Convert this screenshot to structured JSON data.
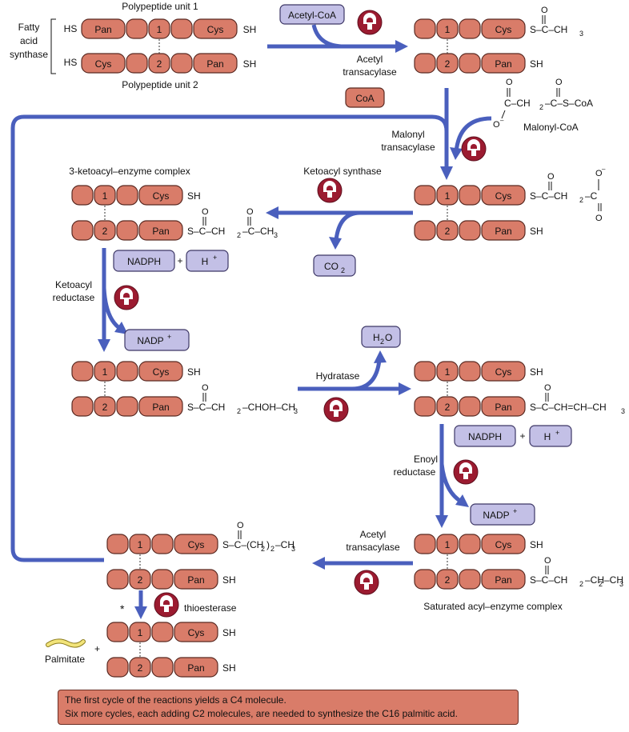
{
  "labels": {
    "fatty_acid_synthase": [
      "Fatty",
      "acid",
      "synthase"
    ],
    "polypeptide_unit_1": "Polypeptide unit 1",
    "polypeptide_unit_2": "Polypeptide unit 2",
    "acetyl_coa": "Acetyl-CoA",
    "acetyl_transacylase_1": [
      "Acetyl",
      "transacylase"
    ],
    "coa": "CoA",
    "malonyl_coa": "Malonyl-CoA",
    "malonyl_transacylase": [
      "Malonyl",
      "transacylase"
    ],
    "ketoacyl_synthase": "Ketoacyl synthase",
    "co2": "CO",
    "co2_sub": "2",
    "ketoacyl_enzyme_complex": "3-ketoacyl–enzyme complex",
    "nadph": "NADPH",
    "plus": "+",
    "h_plus": "H",
    "plus_sup": "+",
    "ketoacyl_reductase": [
      "Ketoacyl",
      "reductase"
    ],
    "nadp_plus": "NADP",
    "h2o_h": "H",
    "h2o_sub": "2",
    "h2o_o": "O",
    "hydratase": "Hydratase",
    "enoyl_reductase": [
      "Enoyl",
      "reductase"
    ],
    "acetyl_transacylase_2": [
      "Acetyl",
      "transacylase"
    ],
    "saturated_complex": "Saturated acyl–enzyme complex",
    "thioesterase": "thioesterase",
    "palmitate": "Palmitate",
    "asterisk": "*"
  },
  "domains": {
    "pan": "Pan",
    "cys": "Cys",
    "one": "1",
    "two": "2",
    "hs": "HS",
    "sh": "SH"
  },
  "chem": {
    "acetyl_thioester": "S–C–CH",
    "malonyl_coa_formula": "C–CH",
    "malonyl_coa_tail": "–C–S–CoA",
    "oxygen": "O",
    "o_minus": "O",
    "ketoacyl_formula": "S–C–CH",
    "ketoacyl_tail": "–C–CH",
    "malonyl_enzyme": "S–C–CH",
    "malonyl_enzyme_tail": "–C",
    "hydroxy_formula": "S–C–CH",
    "hydroxy_tail": "–CHOH–CH",
    "enoyl_formula": "S–C–CH=CH–CH",
    "butyryl_formula": "S–C–CH",
    "butyryl_mid": "–CH",
    "butyryl_end": "–CH",
    "acyl_chain": "S–C–(CH",
    "acyl_chain_tail": ")",
    "acyl_chain_end": "–CH",
    "sub2": "2",
    "sub3": "3",
    "minus": "–"
  },
  "colors": {
    "domain_fill": "#d97c69",
    "cofactor_fill": "#c3c0e6",
    "arrow": "#4a5fbd",
    "enzyme_icon": "#9b1b30"
  },
  "footer": {
    "line1": "The first cycle of the reactions yields a C4 molecule.",
    "line2": "Six more cycles, each adding C2 molecules, are needed to synthesize the C16 palmitic acid."
  }
}
